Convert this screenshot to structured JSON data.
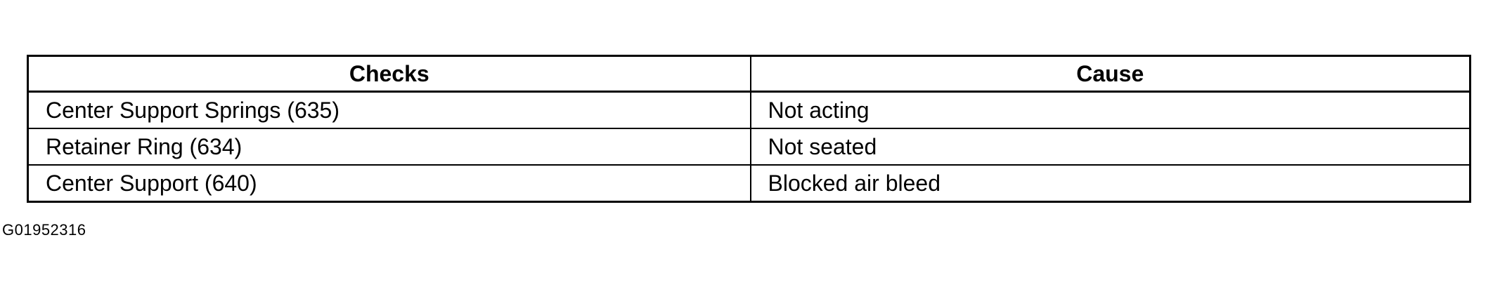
{
  "table": {
    "headers": [
      "Checks",
      "Cause"
    ],
    "rows": [
      [
        "Center Support Springs (635)",
        "Not acting"
      ],
      [
        "Retainer Ring (634)",
        "Not seated"
      ],
      [
        "Center Support (640)",
        "Blocked air bleed"
      ]
    ]
  },
  "figure_id": "G01952316"
}
